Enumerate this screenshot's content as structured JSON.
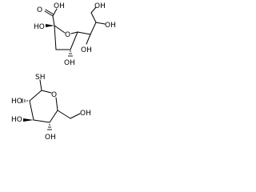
{
  "structure": {
    "top_molecule": {
      "name": "sugar-acid",
      "labels": {
        "carboxyl_o": "O",
        "carboxyl_oh": "OH",
        "anomeric_oh": "HO",
        "ring_o": "O",
        "ring_oh": "OH",
        "side_oh_top": "OH",
        "side_oh_right": "OH",
        "side_oh_bottom": "OH"
      }
    },
    "bottom_molecule": {
      "name": "thio-sugar",
      "labels": {
        "thiol": "SH",
        "oh_c2": "HO",
        "ring_o": "O",
        "oh_c3": "HO",
        "oh_c4": "OH",
        "oh_c6": "OH"
      }
    }
  },
  "colors": {
    "ink": "#000000",
    "background": "#ffffff"
  }
}
